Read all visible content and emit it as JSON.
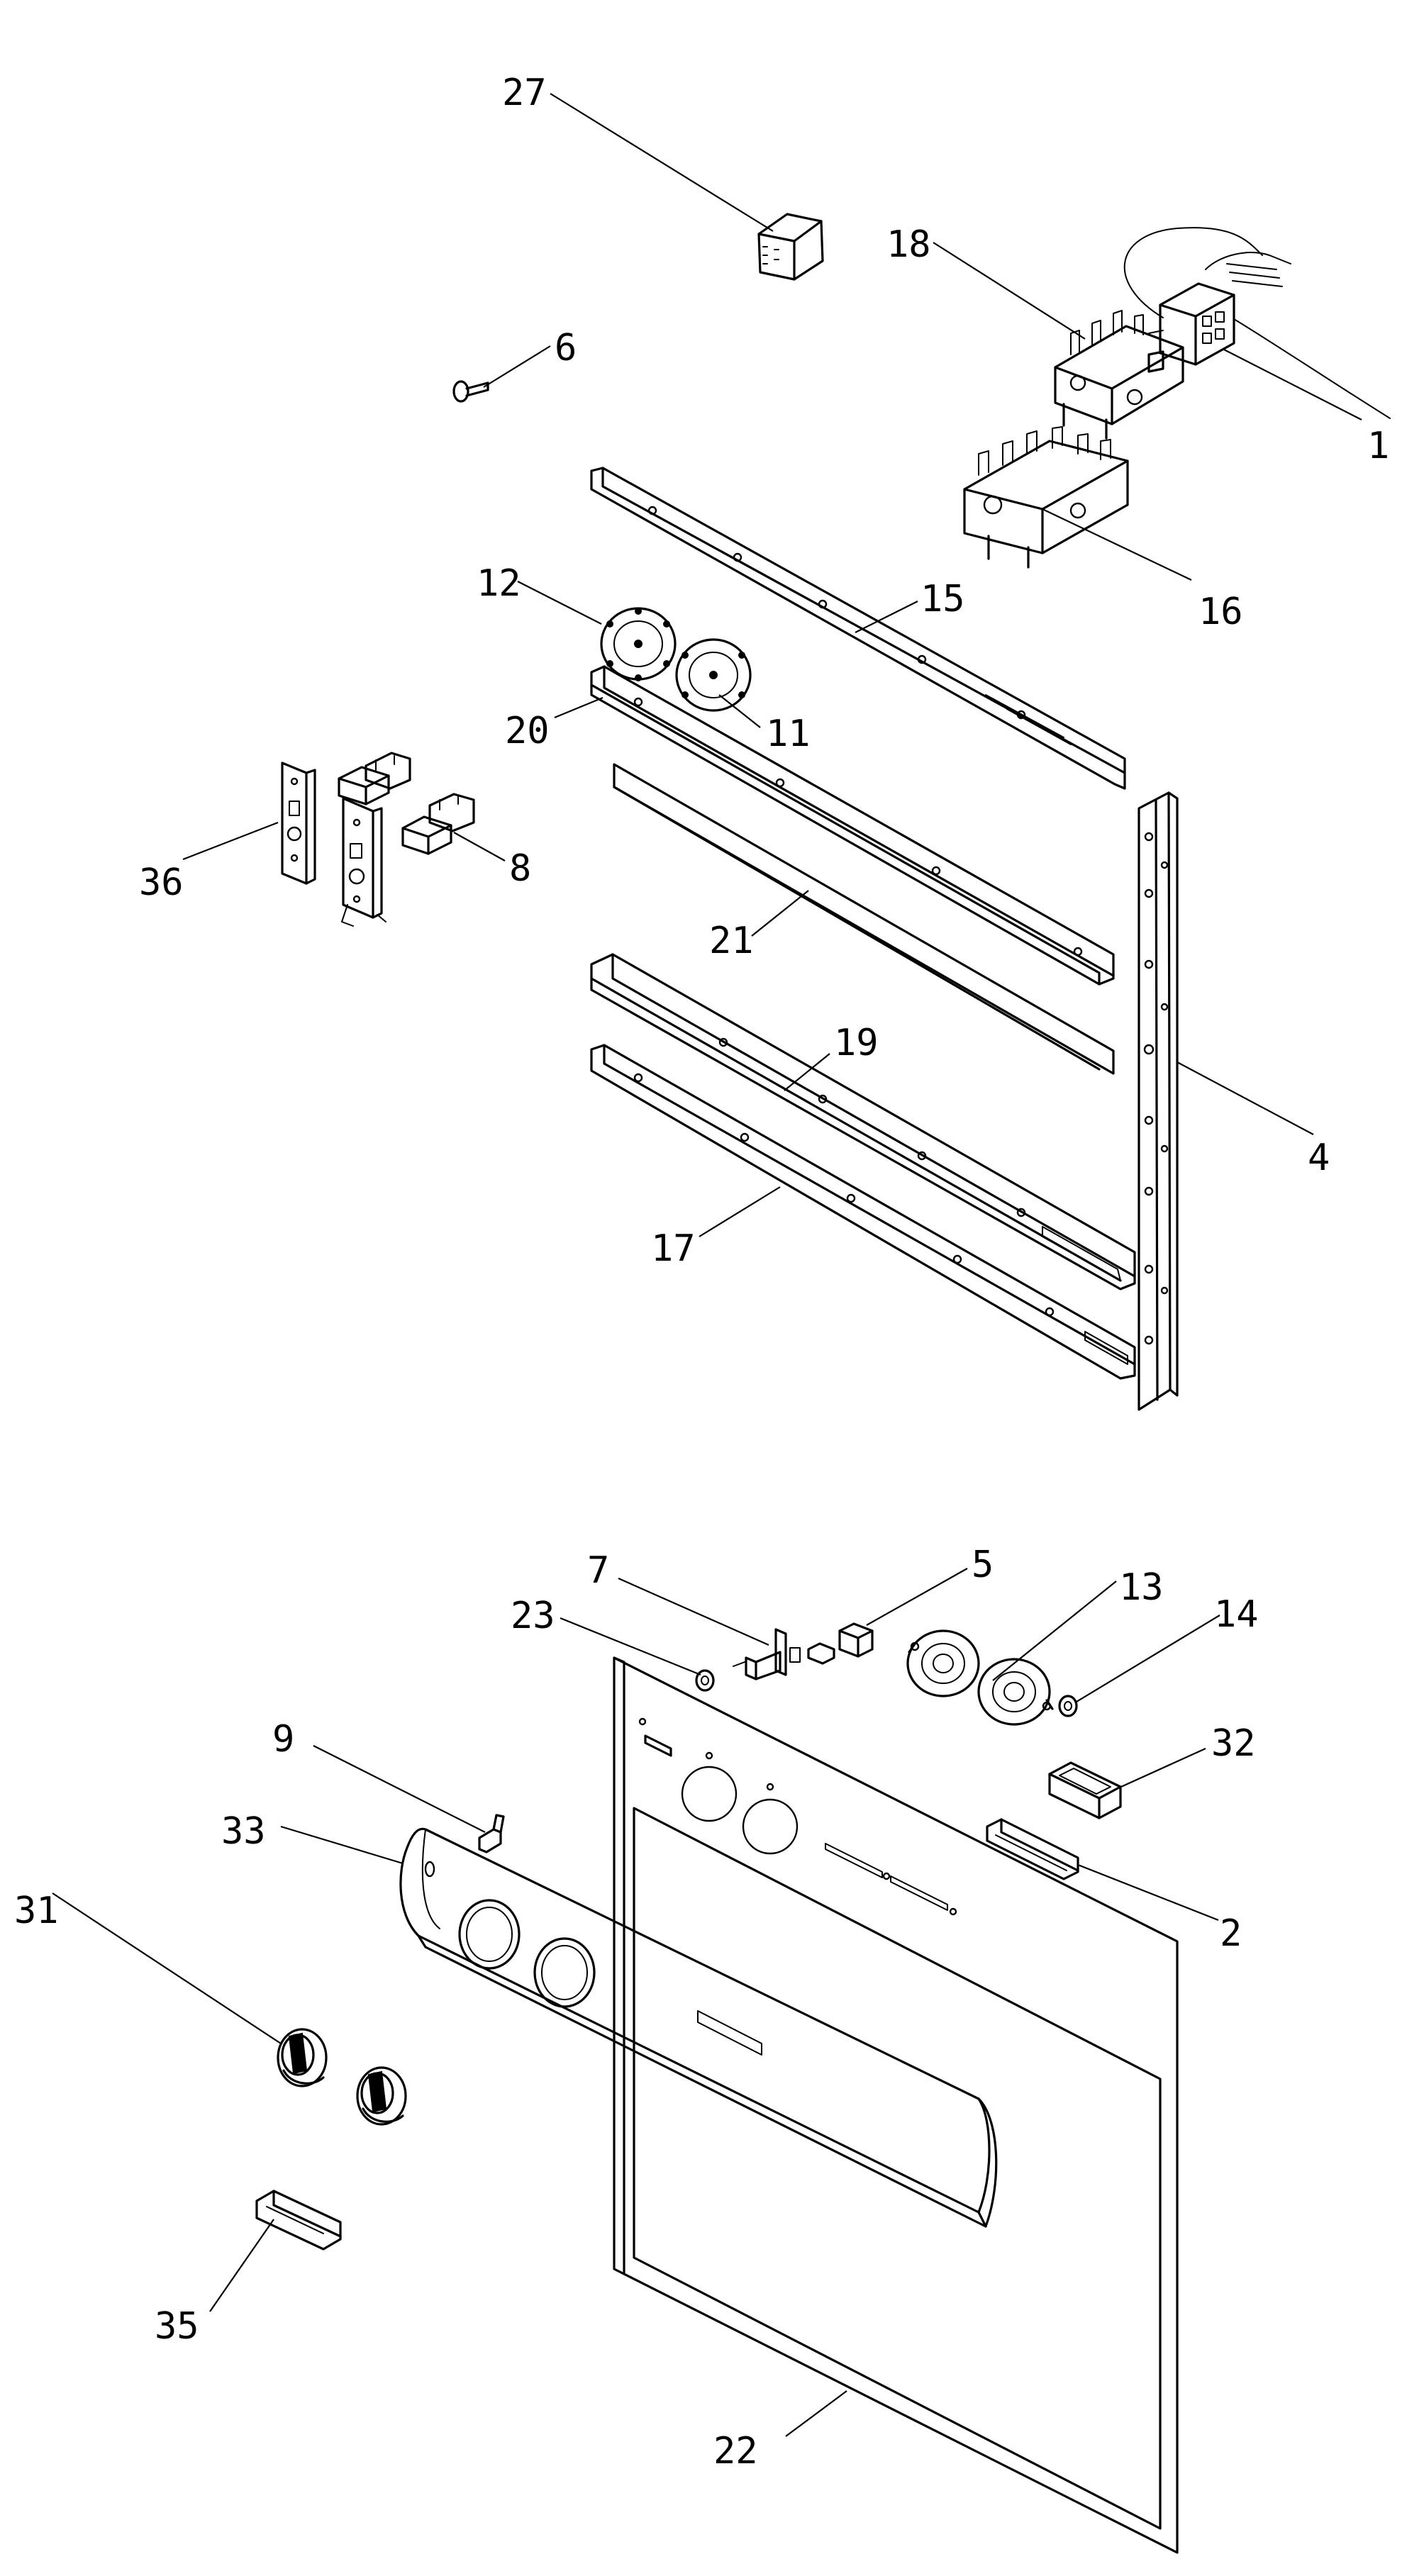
{
  "callouts": [
    {
      "id": "c27",
      "label": "27"
    },
    {
      "id": "c18",
      "label": "18"
    },
    {
      "id": "c6",
      "label": "6"
    },
    {
      "id": "c1",
      "label": "1"
    },
    {
      "id": "c16",
      "label": "16"
    },
    {
      "id": "c12",
      "label": "12"
    },
    {
      "id": "c15",
      "label": "15"
    },
    {
      "id": "c20",
      "label": "20"
    },
    {
      "id": "c11",
      "label": "11"
    },
    {
      "id": "c36",
      "label": "36"
    },
    {
      "id": "c8",
      "label": "8"
    },
    {
      "id": "c21",
      "label": "21"
    },
    {
      "id": "c19",
      "label": "19"
    },
    {
      "id": "c4",
      "label": "4"
    },
    {
      "id": "c17",
      "label": "17"
    },
    {
      "id": "c7",
      "label": "7"
    },
    {
      "id": "c5",
      "label": "5"
    },
    {
      "id": "c13",
      "label": "13"
    },
    {
      "id": "c23",
      "label": "23"
    },
    {
      "id": "c14",
      "label": "14"
    },
    {
      "id": "c32",
      "label": "32"
    },
    {
      "id": "c9",
      "label": "9"
    },
    {
      "id": "c33",
      "label": "33"
    },
    {
      "id": "c2",
      "label": "2"
    },
    {
      "id": "c31",
      "label": "31"
    },
    {
      "id": "c35",
      "label": "35"
    },
    {
      "id": "c22",
      "label": "22"
    }
  ]
}
